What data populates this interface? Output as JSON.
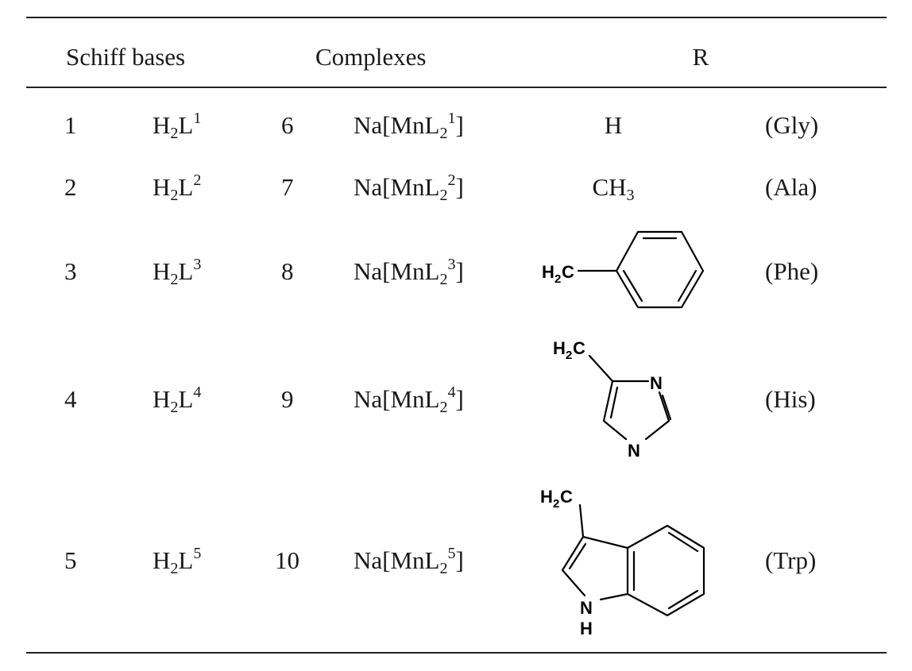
{
  "table": {
    "headers": {
      "schiff_bases": "Schiff bases",
      "complexes": "Complexes",
      "r": "R"
    },
    "rows": [
      {
        "num": "1",
        "ligand": {
          "h": "H",
          "h_sub": "2",
          "l": "L",
          "sup": "1"
        },
        "cnum": "6",
        "complex": {
          "pre": "Na[MnL",
          "sub": "2",
          "sup": "1",
          "post": "]"
        },
        "r": {
          "type": "text",
          "main": "H",
          "sub": ""
        },
        "amino": "(Gly)"
      },
      {
        "num": "2",
        "ligand": {
          "h": "H",
          "h_sub": "2",
          "l": "L",
          "sup": "2"
        },
        "cnum": "7",
        "complex": {
          "pre": "Na[MnL",
          "sub": "2",
          "sup": "2",
          "post": "]"
        },
        "r": {
          "type": "text",
          "main": "CH",
          "sub": "3"
        },
        "amino": "(Ala)"
      },
      {
        "num": "3",
        "ligand": {
          "h": "H",
          "h_sub": "2",
          "l": "L",
          "sup": "3"
        },
        "cnum": "8",
        "complex": {
          "pre": "Na[MnL",
          "sub": "2",
          "sup": "3",
          "post": "]"
        },
        "r": {
          "type": "structure",
          "name": "benzyl-structure",
          "labels": {
            "h": "H",
            "sub": "2",
            "c": "C"
          }
        },
        "amino": "(Phe)"
      },
      {
        "num": "4",
        "ligand": {
          "h": "H",
          "h_sub": "2",
          "l": "L",
          "sup": "4"
        },
        "cnum": "9",
        "complex": {
          "pre": "Na[MnL",
          "sub": "2",
          "sup": "4",
          "post": "]"
        },
        "r": {
          "type": "structure",
          "name": "imidazolylmethyl-structure",
          "labels": {
            "h": "H",
            "sub": "2",
            "c": "C",
            "n1": "N",
            "n2": "N"
          }
        },
        "amino": "(His)"
      },
      {
        "num": "5",
        "ligand": {
          "h": "H",
          "h_sub": "2",
          "l": "L",
          "sup": "5"
        },
        "cnum": "10",
        "complex": {
          "pre": "Na[MnL",
          "sub": "2",
          "sup": "5",
          "post": "]"
        },
        "r": {
          "type": "structure",
          "name": "indolylmethyl-structure",
          "labels": {
            "h": "H",
            "sub": "2",
            "c": "C",
            "nh_n": "N",
            "nh_h": "H"
          }
        },
        "amino": "(Trp)"
      }
    ]
  }
}
